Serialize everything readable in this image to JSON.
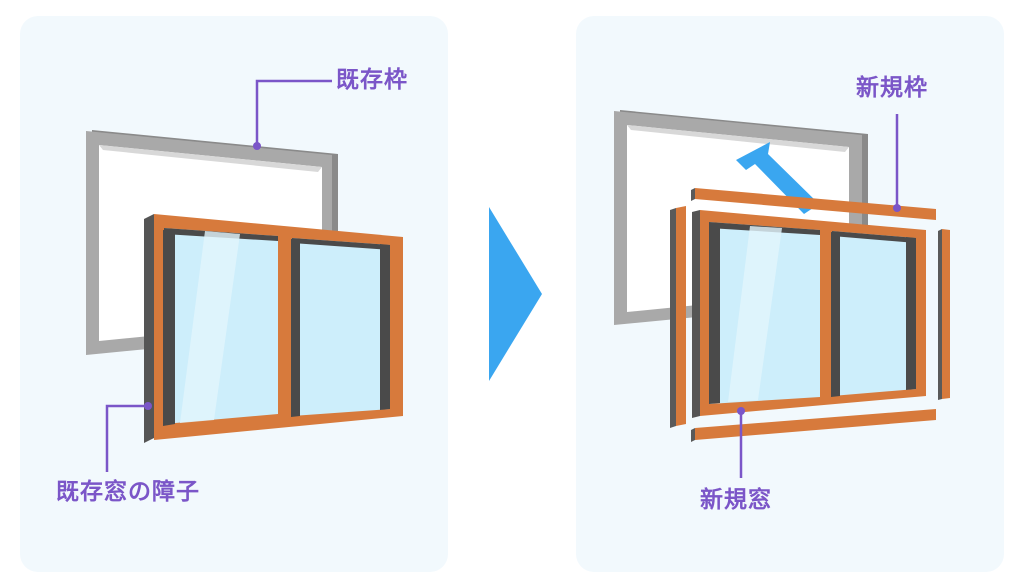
{
  "labels": {
    "existing_frame": "既存枠",
    "existing_sash": "既存窓の障子",
    "new_frame": "新規枠",
    "new_window": "新規窓"
  },
  "colors": {
    "page_background": "#ffffff",
    "panel_background": "#f2f9fd",
    "label_purple": "#7b56c8",
    "arrow_blue": "#3aa6f0",
    "frame_gray": "#a9a9a9",
    "frame_gray_dark": "#7d7d7d",
    "frame_orange": "#d77a3c",
    "frame_orange_dark": "#9a4f1d",
    "glass_blue": "#cdeefb"
  },
  "icons": {
    "step_arrow": "triangle-right",
    "removal_arrow": "arrow-up-left"
  }
}
